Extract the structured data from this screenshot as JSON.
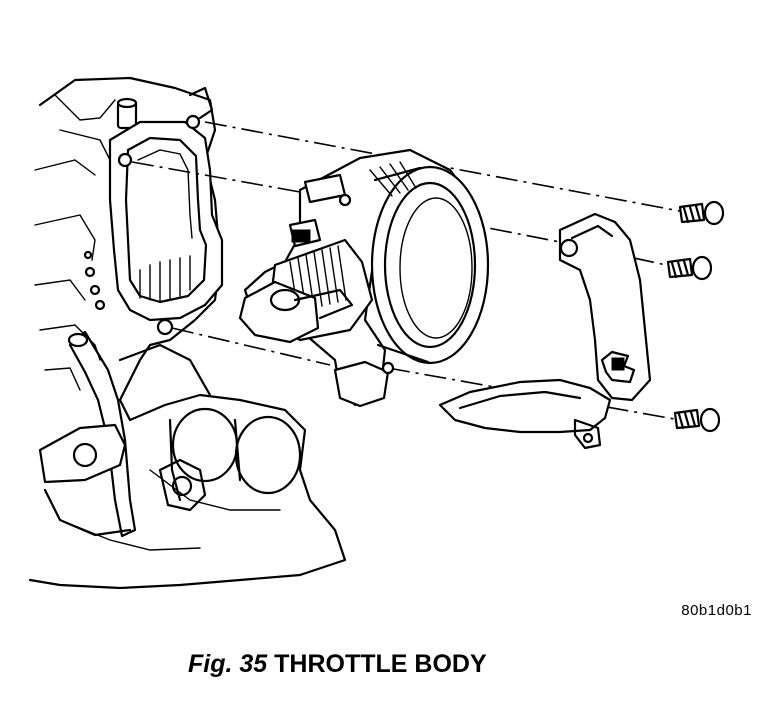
{
  "figure": {
    "reference_code": "80b1d0b1",
    "caption_number": "Fig. 35",
    "caption_title": "THROTTLE BODY"
  },
  "parts": [
    {
      "icon": "engine-intake-manifold-icon"
    },
    {
      "icon": "throttle-body-icon"
    },
    {
      "icon": "upper-bracket-icon"
    },
    {
      "icon": "lower-bracket-icon"
    },
    {
      "icon": "bolt-icon",
      "count": 3
    }
  ],
  "colors": {
    "ink": "#000000",
    "paper": "#ffffff"
  }
}
